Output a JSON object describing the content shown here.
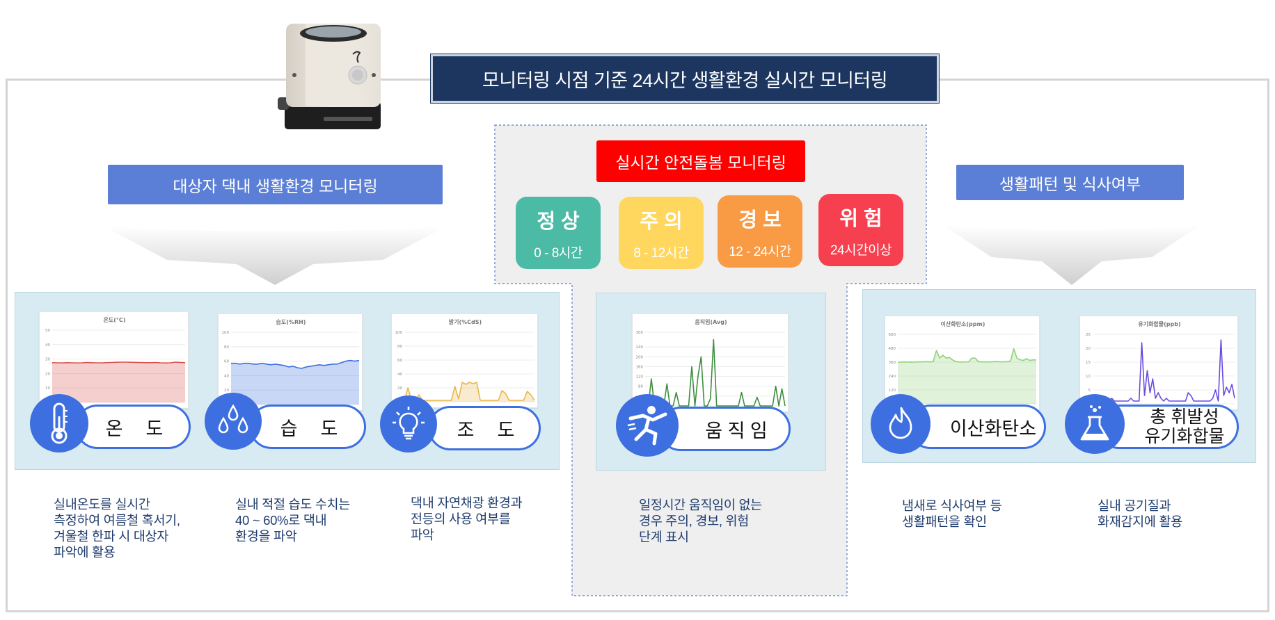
{
  "title": "모니터링 시점 기준 24시간 생활환경 실시간 모니터링",
  "left_section": {
    "header": "대상자 댁내 생활환경 모니터링",
    "cards": [
      {
        "label": "온  도",
        "chart_title": "온도(°C)",
        "icon": "thermometer-icon",
        "description": "실내온도를 실시간\n측정하여 여름철 혹서기,\n겨울철 한파 시 대상자\n파악에 활용"
      },
      {
        "label": "습  도",
        "chart_title": "습도(%RH)",
        "icon": "water-drops-icon",
        "description": "실내 적절 습도 수치는\n40 ~ 60%로 댁내\n환경을 파악"
      },
      {
        "label": "조  도",
        "chart_title": "밝기(%CdS)",
        "icon": "light-bulb-icon",
        "description": "댁내 자연채광 환경과\n전등의 사용 여부를\n파악"
      }
    ]
  },
  "center_section": {
    "header": "실시간 안전돌봄 모니터링",
    "statuses": [
      {
        "name": "정상",
        "range": "0 - 8시간",
        "color": "#4cbba5"
      },
      {
        "name": "주의",
        "range": "8 - 12시간",
        "color": "#ffd75e"
      },
      {
        "name": "경보",
        "range": "12 - 24시간",
        "color": "#f99a45"
      },
      {
        "name": "위험",
        "range": "24시간이상",
        "color": "#f7404f"
      }
    ],
    "card": {
      "label": "움 직 임",
      "chart_title": "움직임(Avg)",
      "icon": "person-kicking-icon",
      "description": "일정시간 움직임이 없는\n경우 주의, 경보, 위험\n단계 표시"
    }
  },
  "right_section": {
    "header": "생활패턴 및 식사여부",
    "cards": [
      {
        "label": "이산화탄소",
        "chart_title": "이산화탄소(ppm)",
        "icon": "flame-icon",
        "description": "냄새로 식사여부 등\n생활패턴을 확인"
      },
      {
        "label": "총 휘발성\n유기화합물",
        "chart_title": "유기화합물(ppb)",
        "icon": "flask-icon",
        "description": "실내 공기질과\n화재감지에 활용"
      }
    ]
  },
  "chart_data": [
    {
      "type": "area",
      "title": "온도(°C)",
      "ylim": [
        0,
        50
      ],
      "yticks": [
        0,
        10,
        20,
        30,
        40,
        50
      ],
      "color": "#d9534f",
      "values": [
        27.5,
        27.4,
        27.3,
        27.5,
        27.4,
        27.3,
        27.4,
        27.6,
        27.5,
        27.4,
        27.3,
        27.5,
        27.6,
        27.8,
        27.9,
        27.9,
        27.8,
        27.7,
        27.6,
        27.5,
        27.5,
        27.6,
        27.4,
        27.3,
        27.4,
        27.9,
        27.7,
        27.5
      ]
    },
    {
      "type": "area",
      "title": "습도(%RH)",
      "ylim": [
        0,
        100
      ],
      "yticks": [
        0,
        20,
        40,
        60,
        80,
        100
      ],
      "color": "#3d6fe0",
      "values": [
        57,
        57,
        56,
        57,
        57,
        56,
        56,
        57,
        56,
        55,
        56,
        55,
        54,
        52,
        53,
        51,
        50,
        52,
        53,
        54,
        55,
        54,
        55,
        56,
        56,
        58,
        60,
        61,
        60,
        61
      ]
    },
    {
      "type": "area",
      "title": "밝기(%CdS)",
      "ylim": [
        0,
        100
      ],
      "yticks": [
        0,
        20,
        40,
        60,
        80,
        100
      ],
      "color": "#e8b84a",
      "values": [
        2,
        20,
        2,
        2,
        10,
        2,
        2,
        2,
        2,
        2,
        2,
        2,
        2,
        2,
        22,
        4,
        28,
        25,
        28,
        26,
        28,
        2,
        2,
        2,
        2,
        2,
        2,
        16,
        12,
        2,
        2,
        2,
        2,
        2,
        15,
        10,
        2
      ]
    },
    {
      "type": "line",
      "title": "움직임(Avg)",
      "ylim": [
        0,
        300
      ],
      "yticks": [
        0,
        40,
        80,
        120,
        160,
        200,
        240,
        300
      ],
      "color": "#3e8e3e",
      "values": [
        0,
        0,
        110,
        0,
        0,
        35,
        0,
        90,
        0,
        0,
        55,
        0,
        0,
        0,
        0,
        160,
        0,
        120,
        200,
        0,
        0,
        30,
        270,
        0,
        0,
        0,
        0,
        0,
        0,
        0,
        0,
        55,
        0,
        0,
        0,
        0,
        35,
        0,
        0,
        0,
        0,
        0,
        80,
        0,
        70,
        0
      ]
    },
    {
      "type": "area",
      "title": "이산화탄소(ppm)",
      "ylim": [
        0,
        600
      ],
      "yticks": [
        0,
        120,
        240,
        360,
        480,
        600
      ],
      "color": "#8fd27a",
      "values": [
        360,
        360,
        362,
        360,
        361,
        360,
        362,
        362,
        363,
        365,
        362,
        364,
        460,
        395,
        420,
        395,
        400,
        380,
        365,
        362,
        360,
        362,
        363,
        395,
        395,
        365,
        362,
        363,
        362,
        362,
        365,
        364,
        362,
        363,
        365,
        370,
        475,
        395,
        380,
        375,
        390,
        375,
        380,
        378
      ]
    },
    {
      "type": "line",
      "title": "유기화합물(ppb)",
      "ylim": [
        0,
        25
      ],
      "yticks": [
        0,
        5,
        10,
        15,
        20,
        25
      ],
      "color": "#6b4be0",
      "values": [
        1,
        1,
        1,
        1,
        1,
        1,
        1,
        2,
        1,
        1,
        1,
        1,
        1,
        1,
        2,
        1,
        1,
        1,
        22,
        3,
        12,
        4,
        9,
        2,
        4,
        2,
        1,
        2,
        1,
        1,
        1,
        1,
        1,
        1,
        1,
        4,
        3,
        1,
        1,
        1,
        1,
        1,
        1,
        1,
        2,
        5,
        1,
        23,
        3,
        6,
        4,
        7,
        2
      ]
    }
  ]
}
